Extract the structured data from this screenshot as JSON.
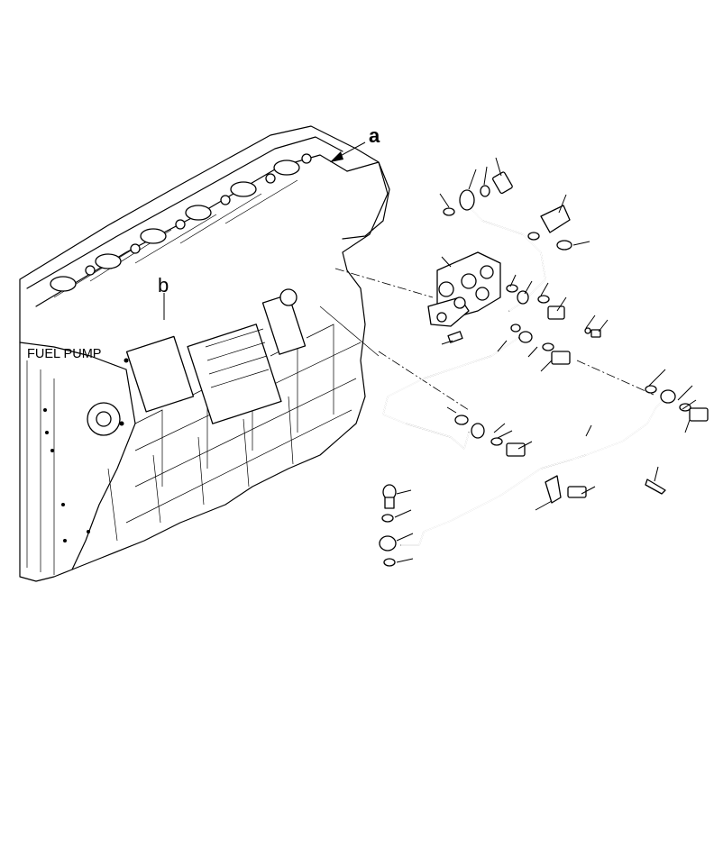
{
  "labels": {
    "view_marker_a": "a",
    "view_marker_b": "b",
    "fuel_pump": "FUEL PUMP"
  }
}
